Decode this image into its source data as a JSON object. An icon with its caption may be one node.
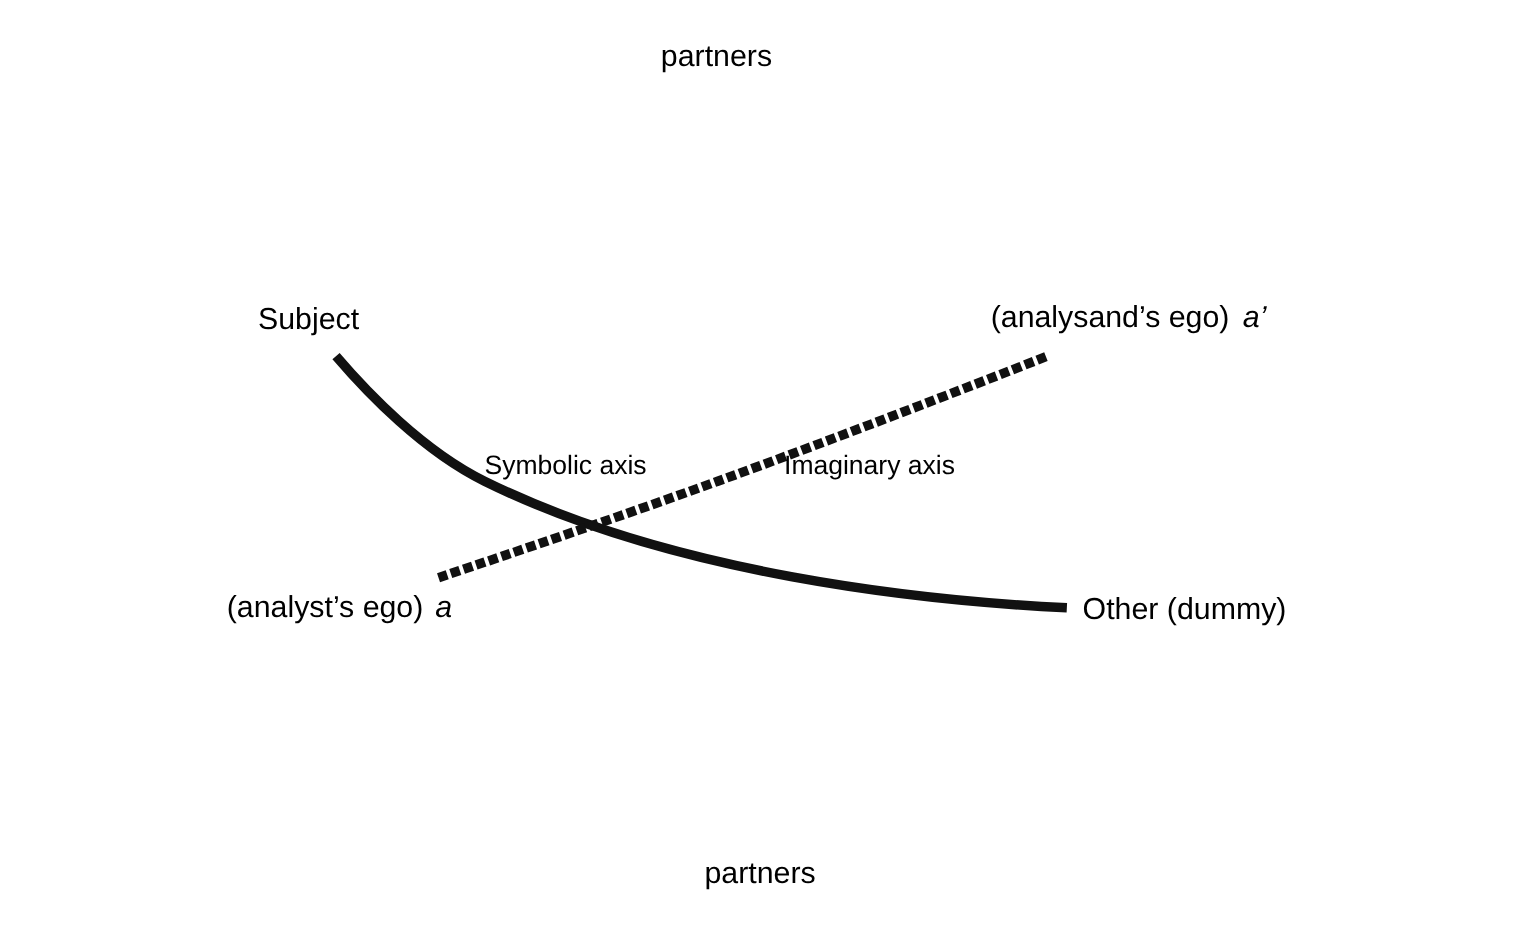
{
  "diagram": {
    "nodes": [
      {
        "text": [
          "Subject"
        ]
      },
      {
        "text": [
          "(analysand’s ego) *a’*"
        ]
      },
      {
        "text": [
          "(analyst’s ego) *a*"
        ]
      },
      {
        "text": [
          "Other (dummy)"
        ]
      }
    ],
    "edges": [
      {
        "from": 0,
        "to": 3,
        "arrow": "none",
        "label": "Symbolic axis"
      },
      {
        "from": 2,
        "to": 1,
        "arrow": "none",
        "label": "Imaginary axis",
        "style": "dashed"
      }
    ],
    "labels": [
      "partners",
      "partners"
    ]
  }
}
